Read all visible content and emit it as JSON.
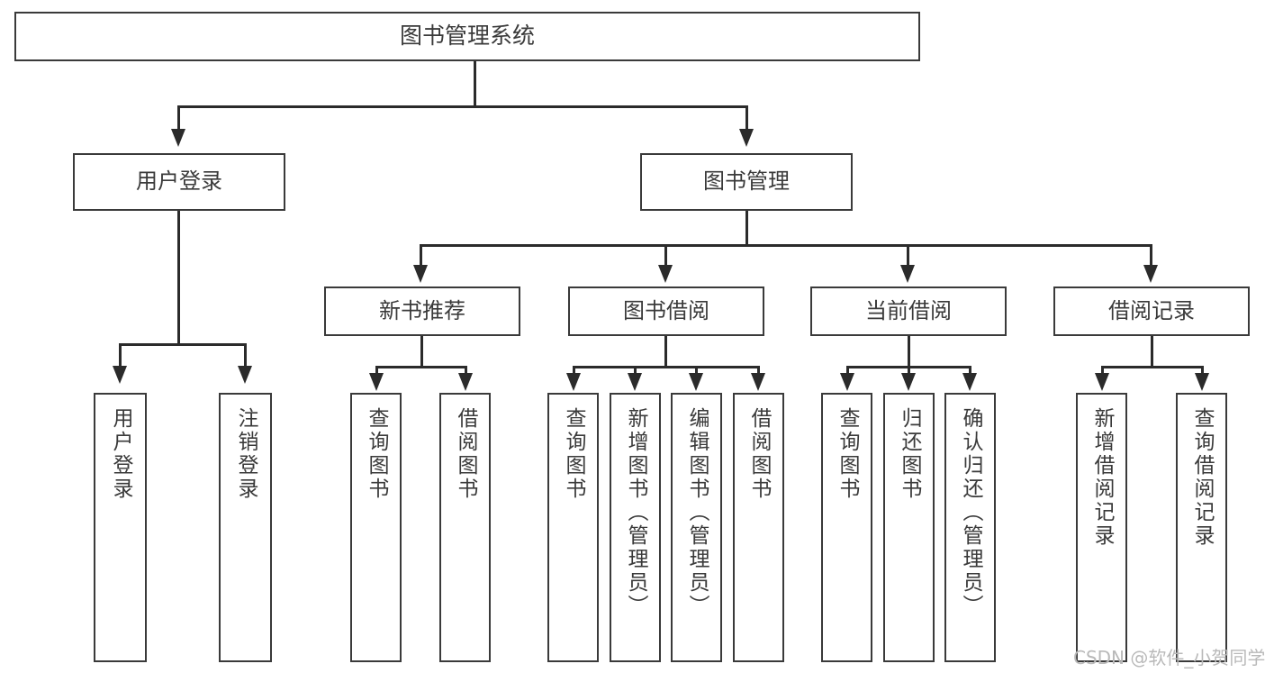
{
  "diagram": {
    "title": "图书管理系统",
    "type": "hierarchy-tree",
    "root": {
      "id": "root",
      "label": "图书管理系统"
    },
    "level2": [
      {
        "id": "user-login",
        "label": "用户登录"
      },
      {
        "id": "book-manage",
        "label": "图书管理"
      }
    ],
    "level3": [
      {
        "id": "new-book-recommend",
        "label": "新书推荐"
      },
      {
        "id": "book-borrow",
        "label": "图书借阅"
      },
      {
        "id": "current-borrow",
        "label": "当前借阅"
      },
      {
        "id": "borrow-record",
        "label": "借阅记录"
      }
    ],
    "leaves": {
      "user_login": [
        {
          "id": "leaf-user-login",
          "label": "用户登录"
        },
        {
          "id": "leaf-logout-login",
          "label": "注销登录"
        }
      ],
      "new_book_recommend": [
        {
          "id": "leaf-query-book-1",
          "label": "查询图书"
        },
        {
          "id": "leaf-borrow-book-1",
          "label": "借阅图书"
        }
      ],
      "book_borrow": [
        {
          "id": "leaf-query-book-2",
          "label": "查询图书"
        },
        {
          "id": "leaf-add-book",
          "label": "新增图书（管理员）"
        },
        {
          "id": "leaf-edit-book",
          "label": "编辑图书（管理员）"
        },
        {
          "id": "leaf-borrow-book-2",
          "label": "借阅图书"
        }
      ],
      "current_borrow": [
        {
          "id": "leaf-query-book-3",
          "label": "查询图书"
        },
        {
          "id": "leaf-return-book",
          "label": "归还图书"
        },
        {
          "id": "leaf-confirm-return",
          "label": "确认归还（管理员）"
        }
      ],
      "borrow_record": [
        {
          "id": "leaf-add-record",
          "label": "新增借阅记录"
        },
        {
          "id": "leaf-query-record",
          "label": "查询借阅记录"
        }
      ]
    }
  },
  "watermark": {
    "text": "CSDN @软件_小贺同学"
  },
  "colors": {
    "stroke": "#3a3a3a",
    "connector": "#2b2b2b",
    "background": "#ffffff",
    "watermark": "#b9b9b9"
  }
}
